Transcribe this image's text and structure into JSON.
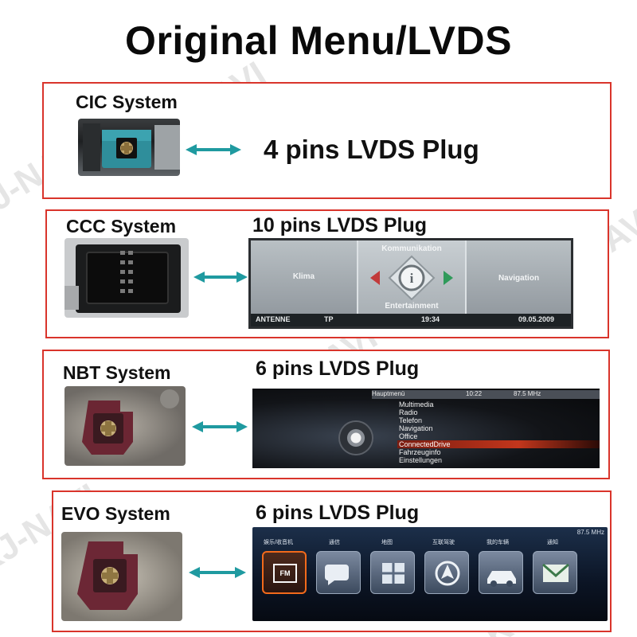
{
  "title": "Original Menu/LVDS",
  "watermark": "KJ-NAVI",
  "accent_color": "#d9342b",
  "arrow_color": "#1f9aa0",
  "panels": [
    {
      "system": "CIC System",
      "plug": "4 pins LVDS Plug"
    },
    {
      "system": "CCC System",
      "plug": "10 pins LVDS Plug",
      "screen": {
        "top": "Kommunikation",
        "left": "Klima",
        "right": "Navigation",
        "bottom": "Entertainment",
        "status_left": "ANTENNE",
        "status_tp": "TP",
        "time": "19:34",
        "date": "09.05.2009"
      }
    },
    {
      "system": "NBT System",
      "plug": "6 pins LVDS Plug",
      "screen": {
        "header": "Hauptmenü",
        "time": "10:22",
        "radio": "87.5 MHz",
        "items": [
          "Multimedia",
          "Radio",
          "Telefon",
          "Navigation",
          "Office",
          "ConnectedDrive",
          "Fahrzeuginfo",
          "Einstellungen"
        ]
      }
    },
    {
      "system": "EVO System",
      "plug": "6 pins LVDS Plug",
      "screen": {
        "freq": "87.5 MHz",
        "fm": "FM",
        "tiles": [
          "娱乐/收音机",
          "通信",
          "地图",
          "互联驾驶",
          "我的车辆",
          "通知"
        ]
      }
    }
  ]
}
